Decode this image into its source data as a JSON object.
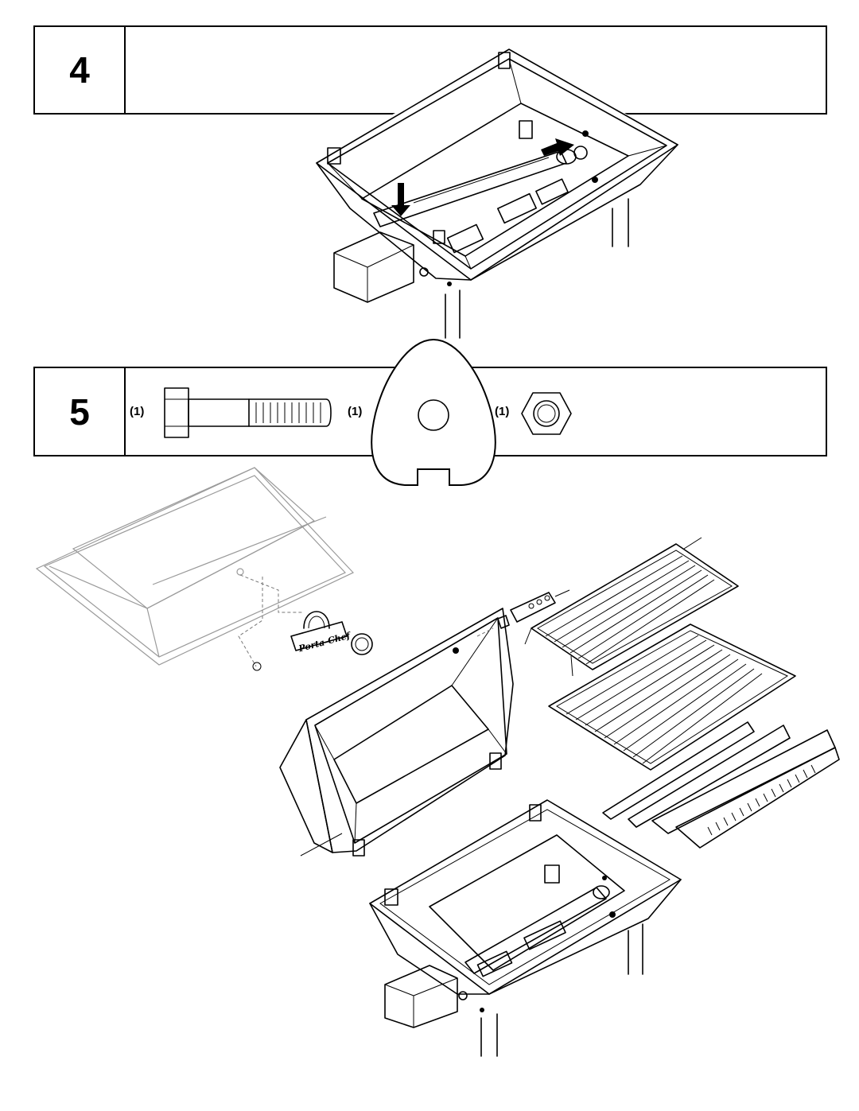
{
  "steps": [
    {
      "number": "4"
    },
    {
      "number": "5"
    }
  ],
  "parts": [
    {
      "quantity": "(1)",
      "icon": "hex-bolt-icon"
    },
    {
      "quantity": "(1)",
      "icon": "triangular-plate-icon"
    },
    {
      "quantity": "(1)",
      "icon": "hex-nut-icon"
    }
  ],
  "logo": {
    "text": "Porta-Chef"
  }
}
